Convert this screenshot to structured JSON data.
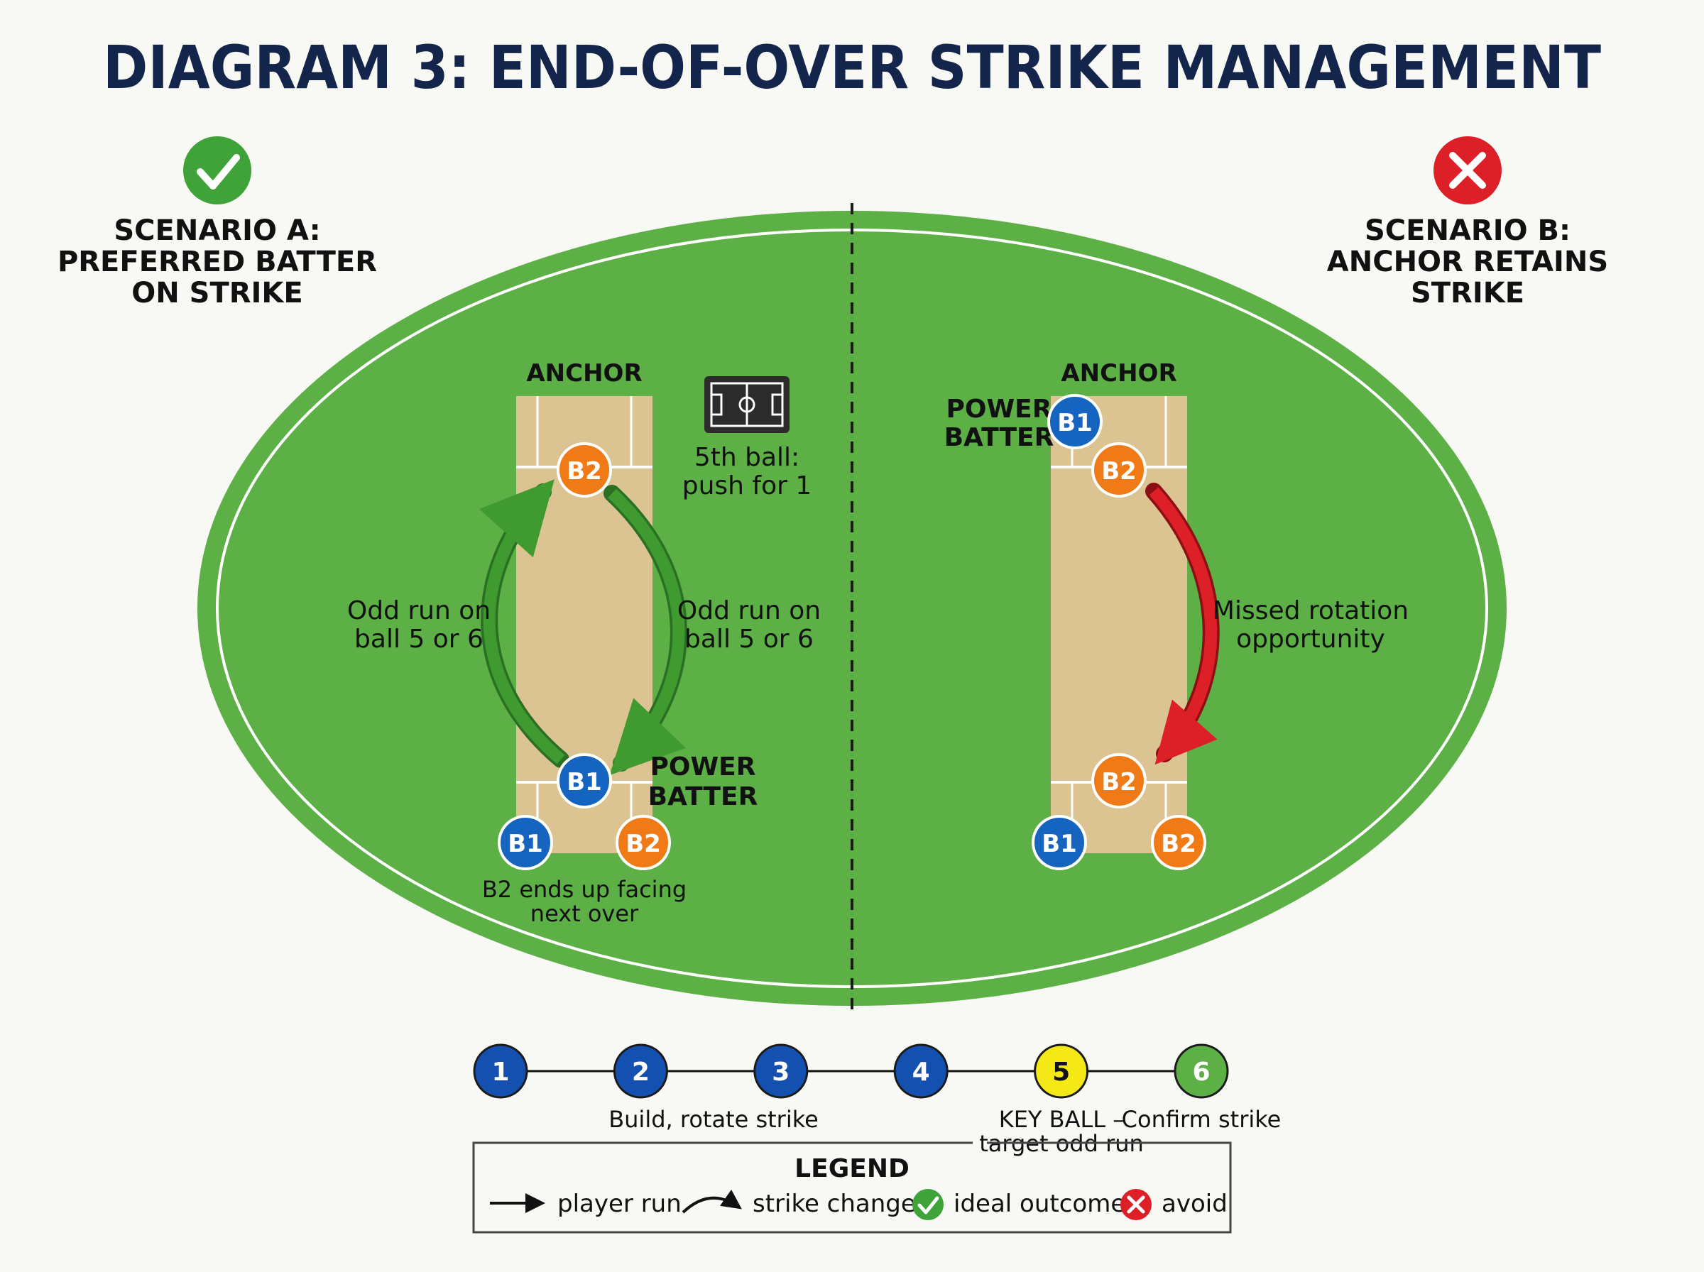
{
  "title": "DIAGRAM 3: END-OF-OVER STRIKE MANAGEMENT",
  "colors": {
    "background": "#f8f8f4",
    "field": "#5cb046",
    "pitch": "#dcc492",
    "batter_blue": "#1565c0",
    "batter_orange": "#f07a16",
    "good_arrow": "#3f9a30",
    "bad_arrow": "#dd1f27",
    "ball_blue": "#1450b0",
    "ball_key": "#f4e816",
    "ball_confirm": "#5cb046",
    "title": "#13254a"
  },
  "scenario_a": {
    "icon": "check-icon",
    "lines": [
      "SCENARIO A:",
      "PREFERRED BATTER",
      "ON STRIKE"
    ],
    "pitch_top_label": "ANCHOR",
    "top_batter": "B2",
    "bottom_batter": "B1",
    "bottom_label": [
      "POWER",
      "BATTER"
    ],
    "left_arrow_label": [
      "Odd run on",
      "ball 5 or 6"
    ],
    "right_arrow_label": [
      "Odd run on",
      "ball 5 or 6"
    ],
    "end_left": "B1",
    "end_right": "B2",
    "end_caption": [
      "B2 ends up facing",
      "next over"
    ],
    "note_icon": "pitch-board-icon",
    "note": [
      "5th ball:",
      "push for 1"
    ]
  },
  "scenario_b": {
    "icon": "cross-icon",
    "lines": [
      "SCENARIO B:",
      "ANCHOR RETAINS",
      "STRIKE"
    ],
    "pitch_top_label": "ANCHOR",
    "side_label": [
      "POWER",
      "BATTER"
    ],
    "side_batter": "B1",
    "top_batter": "B2",
    "bottom_batter": "B2",
    "arrow_label": [
      "Missed rotation",
      "opportunity"
    ],
    "end_left": "B1",
    "end_right": "B2"
  },
  "timeline": {
    "balls": [
      {
        "n": "1",
        "kind": "normal"
      },
      {
        "n": "2",
        "kind": "normal"
      },
      {
        "n": "3",
        "kind": "normal"
      },
      {
        "n": "4",
        "kind": "normal"
      },
      {
        "n": "5",
        "kind": "key"
      },
      {
        "n": "6",
        "kind": "confirm"
      }
    ],
    "build_label": "Build, rotate strike",
    "key_label": [
      "KEY BALL –",
      "target odd run"
    ],
    "confirm_label": "Confirm strike"
  },
  "legend": {
    "title": "LEGEND",
    "items": [
      {
        "icon": "straight-arrow-icon",
        "label": "player run"
      },
      {
        "icon": "curved-arrow-icon",
        "label": "strike change"
      },
      {
        "icon": "check-icon",
        "label": "ideal outcome"
      },
      {
        "icon": "cross-icon",
        "label": "avoid"
      }
    ]
  }
}
